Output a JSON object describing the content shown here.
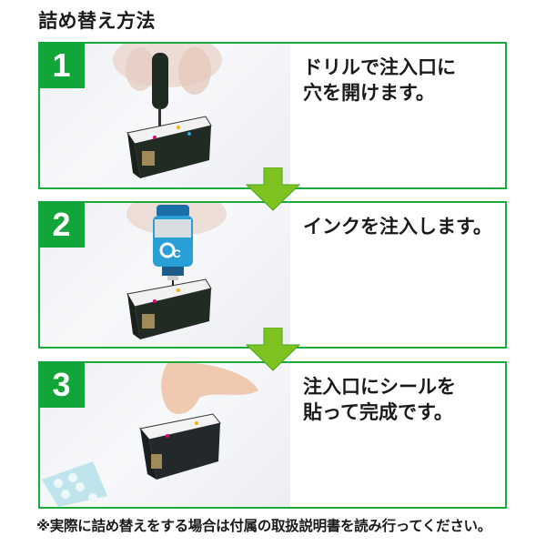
{
  "page": {
    "title": "詰め替え方法",
    "footer_note": "※実際に詰め替えをする場合は付属の取扱説明書を読み行ってください。"
  },
  "colors": {
    "frame_green": "#1aab3c",
    "badge_green": "#12a539",
    "arrow_green": "#7dc31f",
    "text": "#1a1a1a"
  },
  "steps": [
    {
      "number": "1",
      "description_lines": [
        "ドリルで注入口に",
        "穴を開けます。"
      ],
      "photo": "drill-into-cartridge-photo"
    },
    {
      "number": "2",
      "description_lines": [
        "インクを注入します。"
      ],
      "photo": "inject-ink-photo",
      "bottle_label": "C"
    },
    {
      "number": "3",
      "description_lines": [
        "注入口にシールを",
        "貼って完成です。"
      ],
      "photo": "apply-seal-photo"
    }
  ],
  "arrows": [
    {
      "between": "1-2",
      "icon": "down-arrow-icon"
    },
    {
      "between": "2-3",
      "icon": "down-arrow-icon"
    }
  ]
}
